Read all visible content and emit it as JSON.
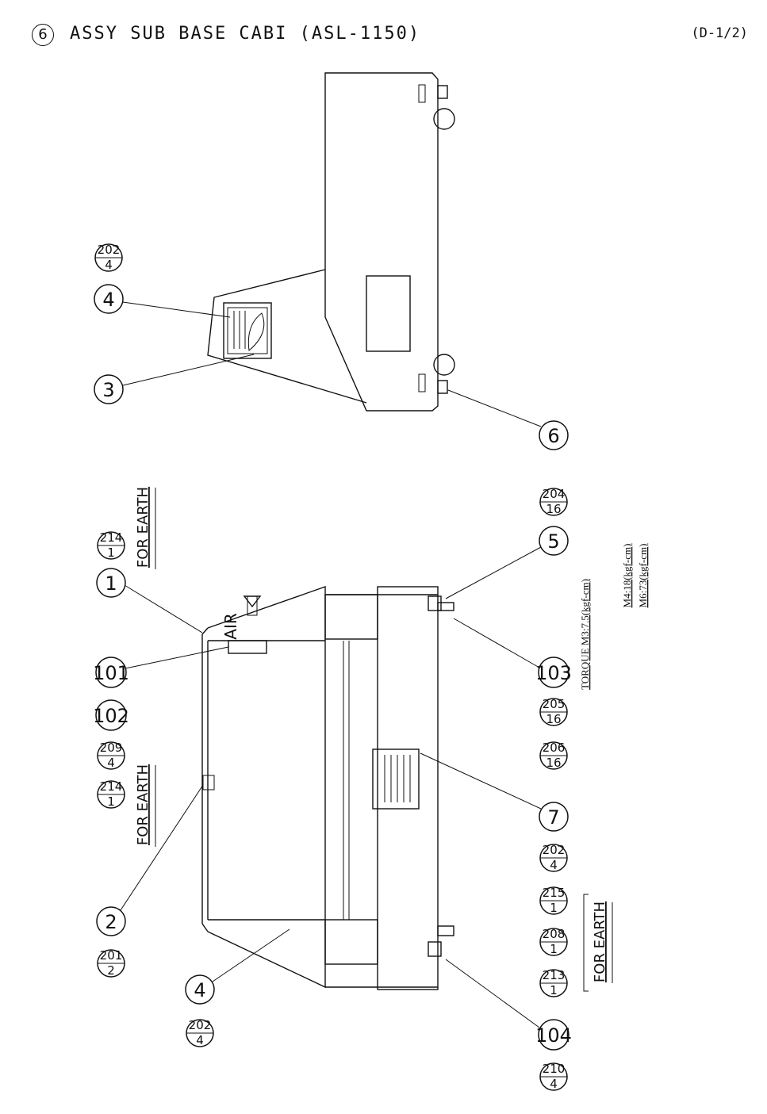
{
  "header": {
    "item_number": "6",
    "title": "ASSY SUB BASE CABI (ASL-1150)",
    "page_code": "(D-1/2)"
  },
  "side_view_callouts": {
    "c4": "4",
    "c202_top": "202",
    "c202_bot": "4",
    "c3": "3",
    "c6": "6"
  },
  "front_view_callouts": {
    "c1": "1",
    "c214a_top": "214",
    "c214a_bot": "1",
    "c101": "101",
    "c102": "102",
    "c209_top": "209",
    "c209_bot": "4",
    "c214b_top": "214",
    "c214b_bot": "1",
    "c2": "2",
    "c201_top": "201",
    "c201_bot": "2",
    "c4": "4",
    "c202a_top": "202",
    "c202a_bot": "4",
    "c210_top": "210",
    "c210_bot": "4",
    "c104": "104",
    "c213_top": "213",
    "c213_bot": "1",
    "c208_top": "208",
    "c208_bot": "1",
    "c215_top": "215",
    "c215_bot": "1",
    "c202b_top": "202",
    "c202b_bot": "4",
    "c7": "7",
    "c206_top": "206",
    "c206_bot": "16",
    "c205_top": "205",
    "c205_bot": "16",
    "c103": "103",
    "c5": "5",
    "c204_top": "204",
    "c204_bot": "16"
  },
  "notes": {
    "for_earth_1": "FOR EARTH",
    "for_earth_2": "FOR EARTH",
    "for_earth_3": "FOR EARTH",
    "air": "AIR",
    "torque_1": "TORQUE M3:7.5(kgf-cm)",
    "torque_2": "M4:18(kgf-cm)",
    "torque_3": "M6:73(kgf-cm)"
  }
}
